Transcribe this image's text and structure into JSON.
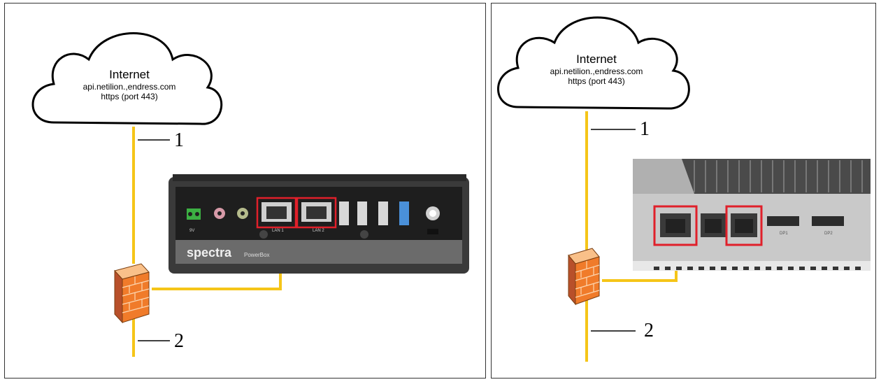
{
  "diagrams": [
    {
      "cloud": {
        "title": "Internet",
        "host": "api.netilion.,endress.com",
        "protocol": "https (port 443)"
      },
      "callouts": [
        "1",
        "2"
      ],
      "device": {
        "brand": "spectra",
        "model": "PowerBox",
        "port_labels": [
          "9V",
          "LAN 1",
          "LAN 2"
        ]
      }
    },
    {
      "cloud": {
        "title": "Internet",
        "host": "api.netilion.,endress.com",
        "protocol": "https (port 443)"
      },
      "callouts": [
        "1",
        "2"
      ],
      "device": {
        "port_labels": [
          "DP1",
          "DP2"
        ]
      }
    }
  ],
  "colors": {
    "cable": "#f5c518",
    "highlight": "#e0202a",
    "firewall": "#f07b2a"
  },
  "icons": [
    "cloud-icon",
    "firewall-icon",
    "ethernet-port-icon",
    "usb-port-icon"
  ]
}
